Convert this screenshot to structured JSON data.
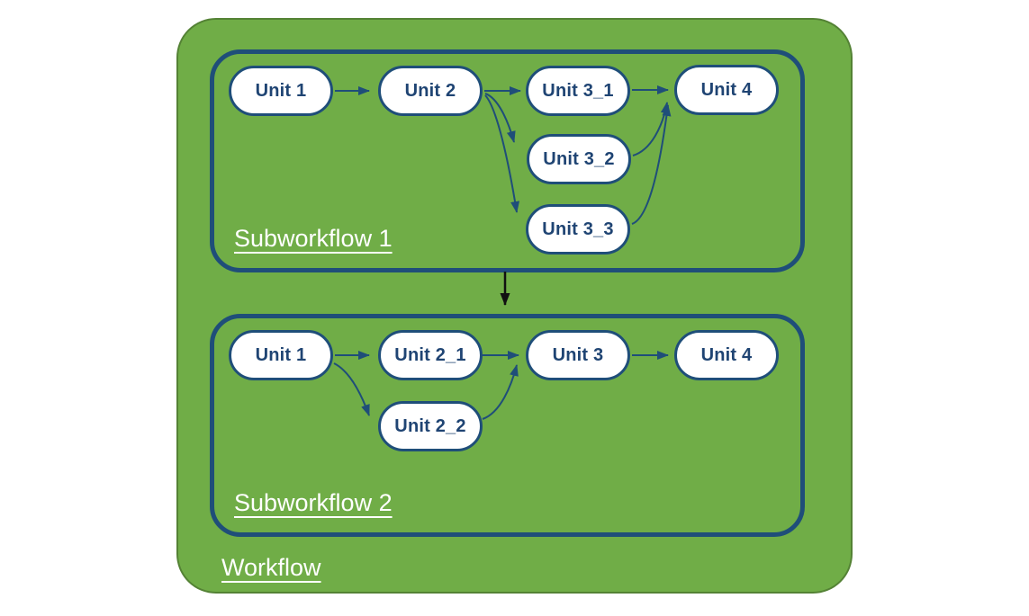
{
  "workflow": {
    "label": "Workflow",
    "colors": {
      "container_green": "#70ad47",
      "container_border_green": "#548235",
      "navy": "#1f4e79",
      "node_fill": "#ffffff",
      "node_text": "#1f4473",
      "zone_label_text": "#ffffff",
      "inter_edge_black": "#111111"
    },
    "subworkflow1": {
      "label": "Subworkflow 1",
      "nodes": {
        "unit1": "Unit 1",
        "unit2": "Unit 2",
        "unit3_1": "Unit 3_1",
        "unit3_2": "Unit 3_2",
        "unit3_3": "Unit 3_3",
        "unit4": "Unit 4"
      },
      "edges": [
        {
          "from": "unit1",
          "to": "unit2"
        },
        {
          "from": "unit2",
          "to": "unit3_1"
        },
        {
          "from": "unit2",
          "to": "unit3_2"
        },
        {
          "from": "unit2",
          "to": "unit3_3"
        },
        {
          "from": "unit3_1",
          "to": "unit4"
        },
        {
          "from": "unit3_2",
          "to": "unit4"
        },
        {
          "from": "unit3_3",
          "to": "unit4"
        }
      ]
    },
    "subworkflow2": {
      "label": "Subworkflow 2",
      "nodes": {
        "unit1": "Unit 1",
        "unit2_1": "Unit 2_1",
        "unit2_2": "Unit 2_2",
        "unit3": "Unit 3",
        "unit4": "Unit 4"
      },
      "edges": [
        {
          "from": "unit1",
          "to": "unit2_1"
        },
        {
          "from": "unit1",
          "to": "unit2_2"
        },
        {
          "from": "unit2_1",
          "to": "unit3"
        },
        {
          "from": "unit2_2",
          "to": "unit3"
        },
        {
          "from": "unit3",
          "to": "unit4"
        }
      ]
    },
    "inter_subworkflow_edge": {
      "from": "subworkflow1",
      "to": "subworkflow2"
    }
  }
}
